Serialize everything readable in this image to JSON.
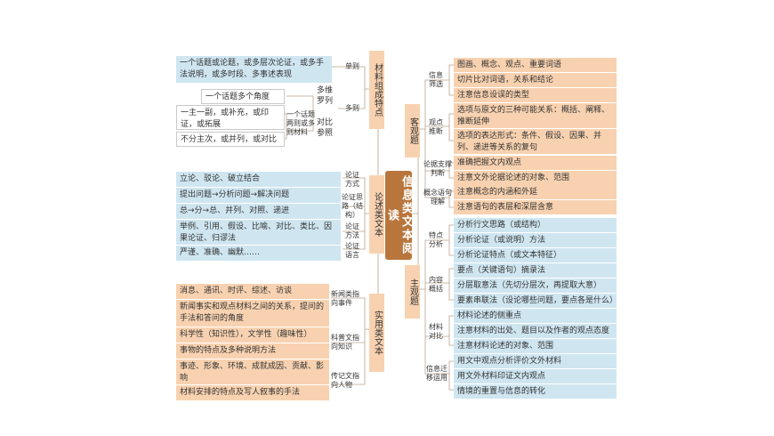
{
  "center": "信息类文本阅读",
  "branches": {
    "cailiao": "材料组成特点",
    "lunshu": "论述类文本",
    "shiyong": "实用类文本",
    "keguan": "客观题",
    "zhuguan": "主观题"
  },
  "cailiao": {
    "danze_label": "单则",
    "danze_box": "一个话题或论题，或多层次论证，或多手法说明，或多时段、多事述表现",
    "duoze_label": "多则",
    "duowei_label": "多维罗列",
    "duowei_box": "一个话题多个角度",
    "duizhao_label": "对比参照",
    "huati_label": "一个话题两则或多则材料",
    "duizhao_box1": "一主一副，或补充，或印证，或拓展",
    "duizhao_box2": "不分主次，或并列，或对比"
  },
  "lunshu": {
    "fangshi_label": "论证方式",
    "fangshi_box": "立论、驳论、破立结合",
    "silu_label": "论证思路（结构）",
    "silu_box1": "提出问题→分析问题→解决问题",
    "silu_box2": "总→分→总、并列、对照、递进",
    "fangfa_label": "论证方法",
    "fangfa_box": "举例、引用、假设、比喻、对比、类比、因果论证、归谬法",
    "yuyan_label": "论证语言",
    "yuyan_box": "严谨、准确、幽默……"
  },
  "shiyong": {
    "xinwen_label": "新闻类指向事件",
    "xinwen_box1": "消息、通讯、时评、综述、访谈",
    "xinwen_box2": "新闻事实和观点材料之间的关系，提问的手法和答问的角度",
    "kepu_label": "科普文指向知识",
    "kepu_box1": "科学性（知识性），文学性（趣味性）",
    "kepu_box2": "事物的特点及多种说明方法",
    "zhuanji_label": "传记文指向人物",
    "zhuanji_box1": "事迹、形象、环境、成就成因、贡献、影响",
    "zhuanji_box2": "材料安排的特点及写人叙事的手法"
  },
  "keguan": {
    "shaixuan_label": "信息筛选",
    "shaixuan_box1": "图画、概念、观点、重要词语",
    "shaixuan_box2": "切片比对词语，关系和结论",
    "shaixuan_box3": "注意信息设误的类型",
    "tuiduan_label": "观点推断",
    "tuiduan_box1": "选项与原文的三种可能关系：概括、阐释、推断延伸",
    "tuiduan_box2": "选项的表达形式：条件、假设、因果、并列、递进等关系的复句",
    "lunju_label": "论据支撑判断",
    "lunju_box1": "准确把握文内观点",
    "lunju_box2": "注意文外论据论述的对象、范围",
    "gainian_label": "概念语句理解",
    "gainian_box1": "注意概念的内涵和外延",
    "gainian_box2": "注意语句的表层和深层含意"
  },
  "zhuguan": {
    "tedian_label": "特点分析",
    "tedian_box1": "分析行文思路（或结构）",
    "tedian_box2": "分析论证（或说明）方法",
    "tedian_box3": "分析论证特点（或文本特征）",
    "neirong_label": "内容概括",
    "neirong_box1": "要点（关键语句）摘录法",
    "neirong_box2": "分层取意法（先切分层次，再提取大意）",
    "neirong_box3": "要素串联法（设论哪些问题，要点各是什么）",
    "duibi_label": "材料对比",
    "duibi_box1": "材料论述的侧重点",
    "duibi_box2": "注意材料的出处、题目以及作者的观点态度",
    "duibi_box3": "注意材料论述的对象、范围",
    "qianyi_label": "信息迁移运用",
    "qianyi_box1": "用文中观点分析评价文外材料",
    "qianyi_box2": "用文外材料印证文内观点",
    "qianyi_box3": "情境的重置与信息的转化"
  }
}
